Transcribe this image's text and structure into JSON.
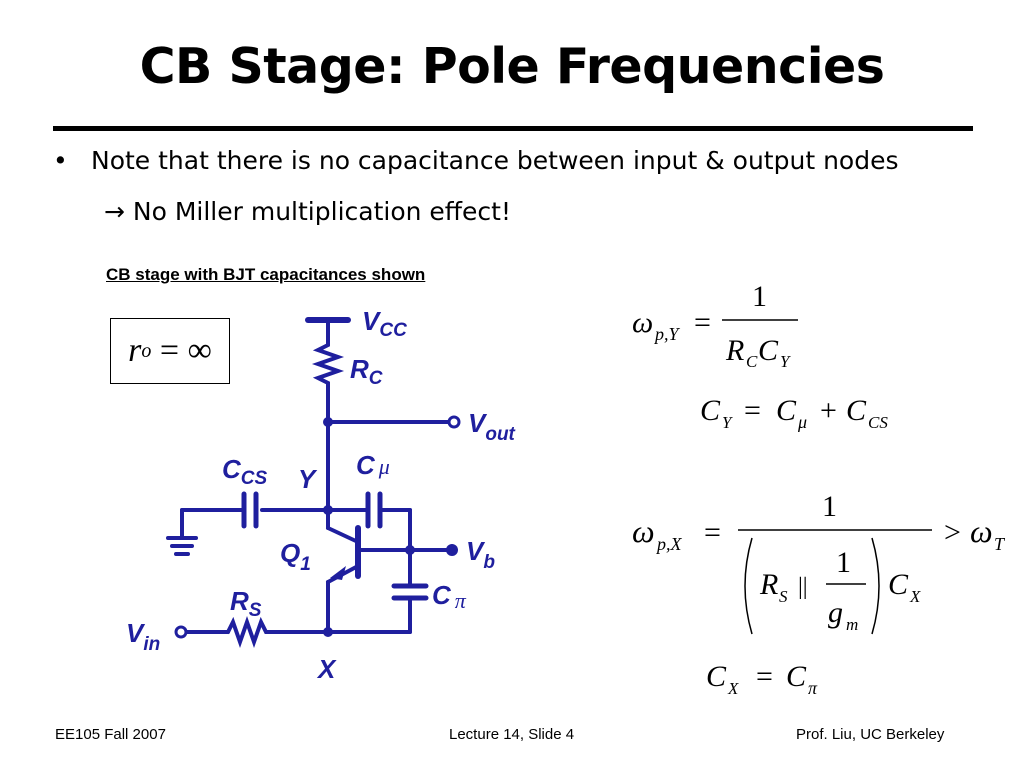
{
  "slide": {
    "title": "CB Stage: Pole Frequencies",
    "bullet": {
      "symbol": "•",
      "text": "Note that there is no capacitance between input & output nodes",
      "sub_arrow": "→",
      "sub_text": "No Miller multiplication effect!"
    },
    "caption": "CB stage with BJT capacitances shown"
  },
  "circuit": {
    "vcc": "V",
    "vcc_sub": "CC",
    "rc": "R",
    "rc_sub": "C",
    "vout": "V",
    "vout_sub": "out",
    "ccs": "C",
    "ccs_sub": "CS",
    "y": "Y",
    "cmu": "C",
    "cmu_sub": "μ",
    "q1": "Q",
    "q1_sub": "1",
    "vb": "V",
    "vb_sub": "b",
    "rs": "R",
    "rs_sub": "S",
    "cpi": "C",
    "cpi_sub": "π",
    "vin": "V",
    "vin_sub": "in",
    "x": "X",
    "colors": {
      "wire": "#1f1f9e",
      "label": "#1f1f9e"
    }
  },
  "equations": {
    "ro": {
      "var": "r",
      "sub": "o",
      "rel": "=",
      "val": "∞"
    },
    "eq1": {
      "omega": "ω",
      "sub": "p,Y",
      "eq": "=",
      "num": "1",
      "den_r": "R",
      "den_r_sub": "C",
      "den_c": "C",
      "den_c_sub": "Y"
    },
    "eq2": {
      "lhs": "C",
      "lhs_sub": "Y",
      "eq": "=",
      "t1": "C",
      "t1_sub": "μ",
      "plus": "+",
      "t2": "C",
      "t2_sub": "CS"
    },
    "eq3": {
      "omega": "ω",
      "sub": "p,X",
      "eq": "=",
      "num": "1",
      "rs": "R",
      "rs_sub": "S",
      "par": "||",
      "inner_num": "1",
      "gm": "g",
      "gm_sub": "m",
      "cx": "C",
      "cx_sub": "X",
      "gt": ">",
      "omega_t": "ω",
      "omega_t_sub": "T"
    },
    "eq4": {
      "lhs": "C",
      "lhs_sub": "X",
      "eq": "=",
      "rhs": "C",
      "rhs_sub": "π"
    }
  },
  "footer": {
    "left": "EE105 Fall 2007",
    "center": "Lecture 14, Slide 4",
    "right": "Prof. Liu, UC Berkeley"
  }
}
